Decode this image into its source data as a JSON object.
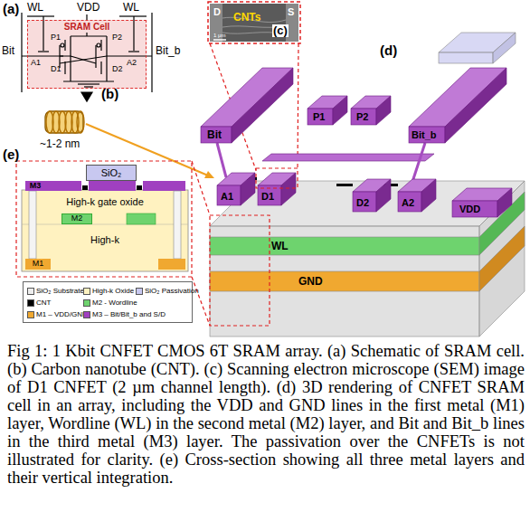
{
  "diagram": {
    "caption": "Fig 1: 1 Kbit CNFET CMOS 6T SRAM array. (a) Schematic of SRAM cell. (b) Carbon nanotube (CNT). (c) Scanning electron microscope (SEM) image of D1 CNFET (2 µm channel length). (d) 3D rendering of CNFET SRAM cell in an array, including the VDD and GND lines in the first metal (M1) layer, Wordline (WL) in the second metal (M2) layer, and Bit and Bit_b lines in the third metal (M3) layer. The passivation over the CNFETs is not illustrated for clarity. (e) Cross-section showing all three metal layers and their vertical integration.",
    "nodes": [
      {
        "text": [
          "SRAM Cell"
        ]
      },
      {
        "text": [
          "SiO₂"
        ]
      },
      {
        "text": [
          "M3"
        ]
      },
      {
        "text": [
          "High-k gate oxide"
        ]
      },
      {
        "text": [
          "M2"
        ]
      },
      {
        "text": [
          "High-k"
        ]
      },
      {
        "text": [
          "M1"
        ]
      }
    ],
    "labels": [
      "(a)",
      "WL",
      "VDD",
      "WL",
      "P1",
      "P2",
      "Bit",
      "Bit_b",
      "A1",
      "A2",
      "D1",
      "D2",
      "(c)",
      "D",
      "CNTs",
      "S",
      "1 μm",
      "(b)",
      "~1-2 nm",
      "(d)",
      "Bit",
      "P1",
      "P2",
      "Bit_b",
      "A1",
      "D1",
      "D2",
      "A2",
      "VDD",
      "WL",
      "GND",
      "(e)"
    ],
    "legend": [
      {
        "text": "SiO₂ Substrate",
        "color": "#eeeeee"
      },
      {
        "text": "High-k Oxide",
        "color": "#fff2c0"
      },
      {
        "text": "SiO₂ Passivation",
        "color": "#c8c8f0"
      },
      {
        "text": "CNT",
        "color": "#000000"
      },
      {
        "text": "M2 - Wordline",
        "color": "#6ed36e"
      },
      {
        "text": "M1 – VDD/GND",
        "color": "#f0a830"
      },
      {
        "text": "M3 – Bit/Bit_b and S/D",
        "color": "#a040c0"
      }
    ]
  }
}
